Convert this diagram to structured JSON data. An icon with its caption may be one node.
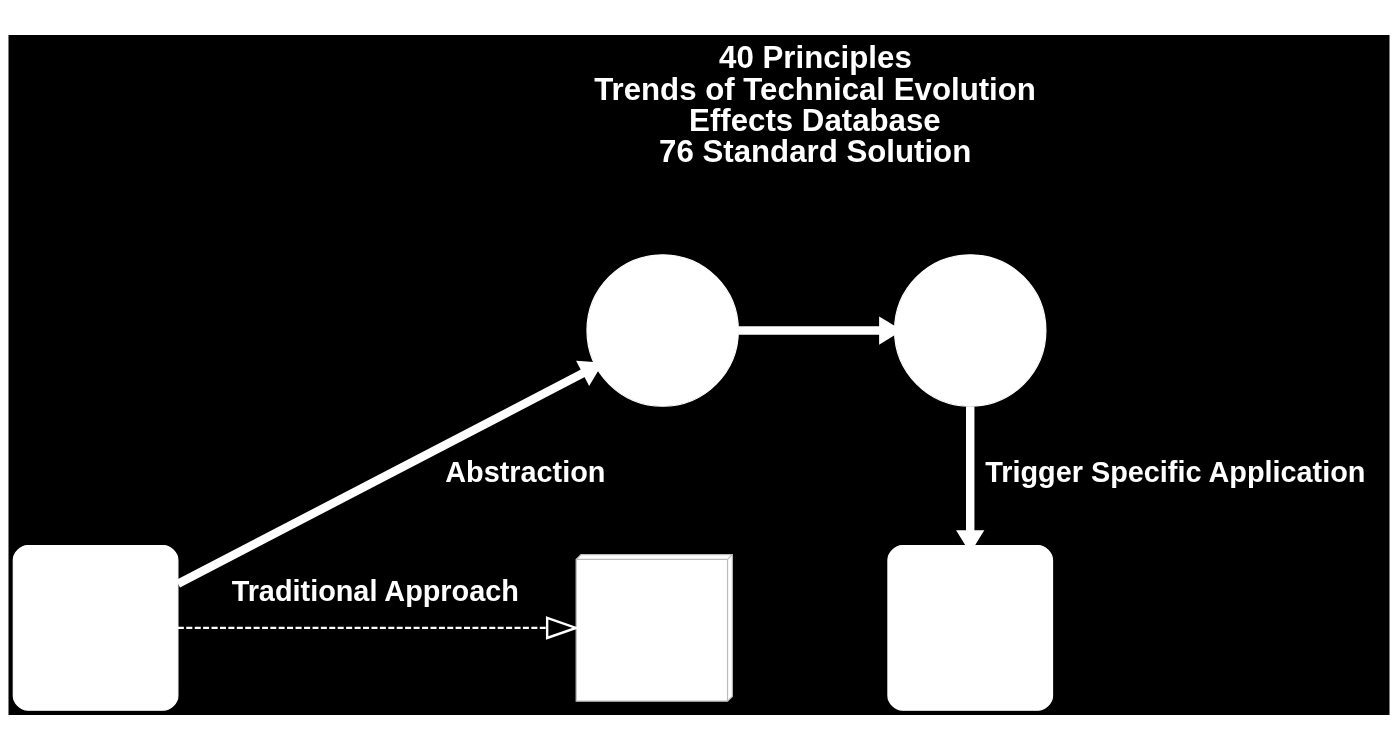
{
  "diagram": {
    "nodes": [
      {
        "text": [],
        "shape": "box"
      },
      {
        "text": [],
        "shape": "circle"
      },
      {
        "text": [],
        "shape": "circle"
      },
      {
        "text": [],
        "shape": "cuboid"
      },
      {
        "text": [],
        "shape": "box"
      }
    ],
    "edges": [
      {
        "from": 0,
        "to": 1,
        "arrow": "to",
        "label": "Abstraction"
      },
      {
        "from": 1,
        "to": 2,
        "arrow": "to"
      },
      {
        "from": 2,
        "to": 4,
        "arrow": "to",
        "label": "Trigger Specific Application"
      },
      {
        "from": 0,
        "to": 3,
        "arrow": "to",
        "label": "Traditional Approach",
        "style": "dashed"
      }
    ],
    "labels": [
      "40 Principles",
      "Trends of Technical Evolution",
      "Effects Database",
      "76 Standard Solution"
    ]
  }
}
